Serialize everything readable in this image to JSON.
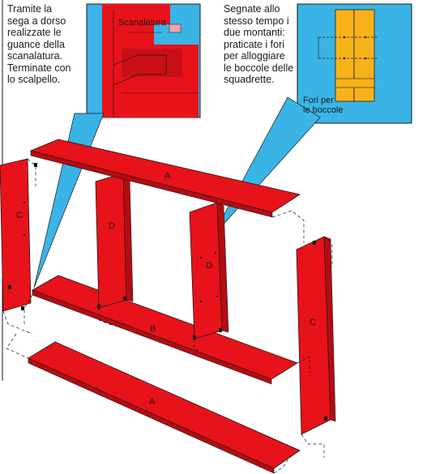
{
  "captions": {
    "left": "Tramite la\nsega a dorso\nrealizzate le\nguance della\nscanalatura.\nTerminate con\nlo scalpello.",
    "right": "Segnate allo\nstesso tempo i\ndue montanti:\npraticate i fori\nper alloggiare\nle boccole delle\nsquadrette."
  },
  "insets": {
    "groove_label": "Scanalatura",
    "holes_label": "Fori per\nle boccole"
  },
  "pieces": {
    "top_shelf": "A",
    "middle_shelf": "B",
    "bottom_shelf": "A",
    "left_side": "C",
    "right_side": "C",
    "divider_left": "D",
    "divider_right": "D"
  },
  "colors": {
    "red": "#e8121a",
    "red_dark": "#b40c12",
    "blue": "#3ab4e6",
    "yellow": "#f7b21a",
    "outline": "#1a1a1a"
  }
}
